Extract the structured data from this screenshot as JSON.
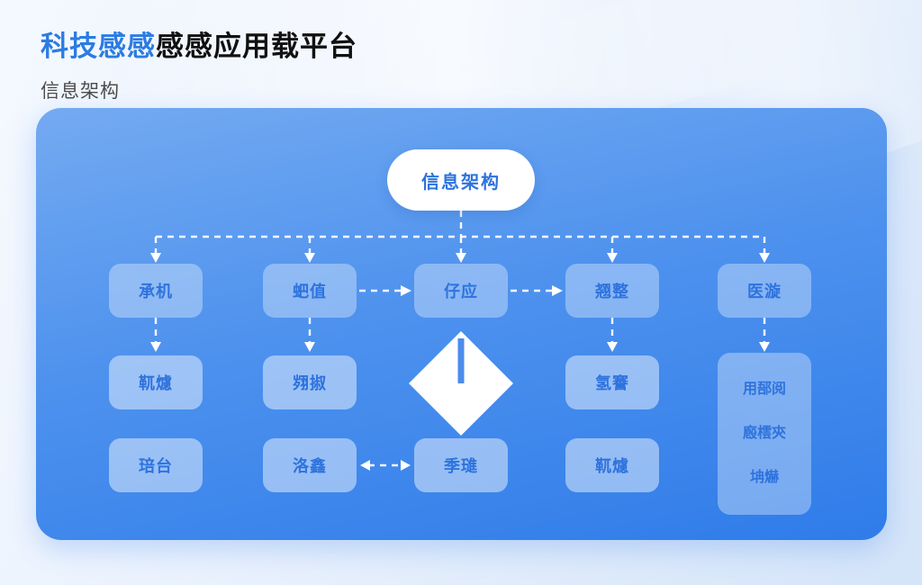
{
  "header": {
    "title_accent": "科技感感",
    "title_rest": "感感应用载平台",
    "subtitle": "信息架构"
  },
  "colors": {
    "accent_blue": "#2b7ce2",
    "panel_gradient_top": "#74aaf1",
    "panel_gradient_bottom": "#2f7ce9",
    "node_text_blue": "#2e73dd",
    "connector_white": "#ffffff"
  },
  "icons": {
    "center": "diamond-icon"
  },
  "diagram": {
    "root_label": "信息架构",
    "level1": [
      "承机",
      "蚆值",
      "仔应",
      "翘整",
      "医漩"
    ],
    "level2": [
      "靰爈",
      "翙掓",
      "氢謇"
    ],
    "level3": [
      "琣台",
      "洛鑫",
      "季璡",
      "靰爈"
    ],
    "right_list": [
      "用郚阅",
      "廏橒㚒",
      "㘱爀"
    ]
  }
}
